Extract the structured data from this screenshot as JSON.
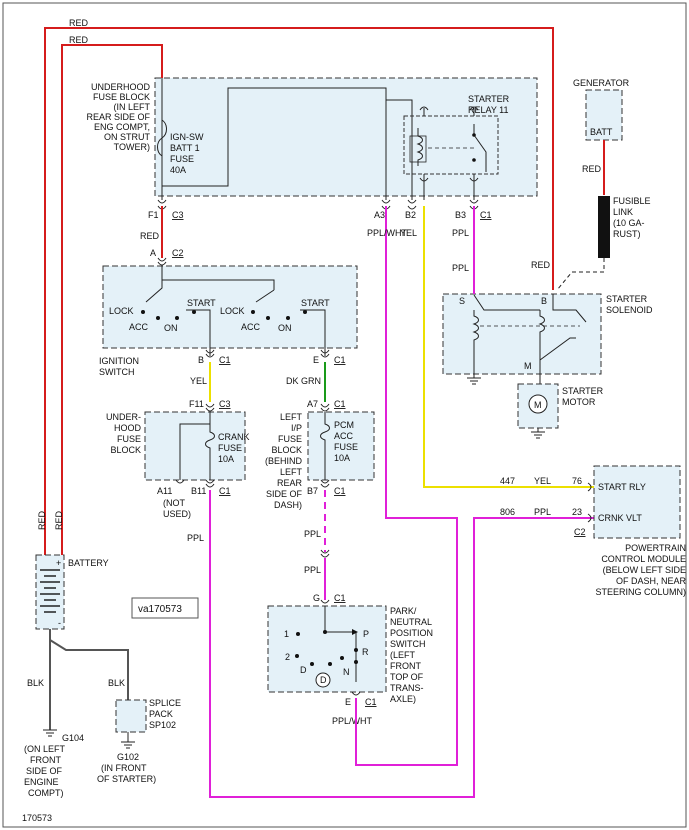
{
  "frame": {
    "label": "170573"
  },
  "vacode": "va170573",
  "wires": {
    "red1": "RED",
    "red2": "RED",
    "redvert1": "RED",
    "redvert2": "RED",
    "ppl": "PPL",
    "yel": "YEL",
    "dkgrn": "DK GRN",
    "pplwht": "PPL/WHT",
    "blk1": "BLK",
    "blk2": "BLK"
  },
  "underhood": {
    "label": [
      "UNDERHOOD",
      "FUSE BLOCK",
      "(IN LEFT",
      "REAR SIDE OF",
      "ENG COMPT,",
      "ON STRUT",
      "TOWER)"
    ],
    "fuse": [
      "IGN-SW",
      "BATT 1",
      "FUSE",
      "40A"
    ],
    "pins": {
      "f1": "F1",
      "c3": "C3",
      "a3": "A3",
      "b2": "B2",
      "b3": "B3",
      "c1": "C1"
    }
  },
  "starter_relay": {
    "label": [
      "STARTER",
      "RELAY 11"
    ]
  },
  "generator": {
    "label": "GENERATOR",
    "batt": "BATT"
  },
  "fusible_link": {
    "label": [
      "FUSIBLE",
      "LINK",
      "(10 GA-",
      "RUST)"
    ]
  },
  "starter_solenoid": {
    "label": [
      "STARTER",
      "SOLENOID"
    ],
    "s": "S",
    "b": "B",
    "m": "M"
  },
  "starter_motor": {
    "label": [
      "STARTER",
      "MOTOR"
    ],
    "symbol": "M"
  },
  "ignition": {
    "label": [
      "IGNITION",
      "SWITCH"
    ],
    "a": "A",
    "c2": "C2",
    "b": "B",
    "c1": "C1",
    "e": "E",
    "lock": "LOCK",
    "acc": "ACC",
    "on": "ON",
    "start": "START"
  },
  "uh_fuse2": {
    "label": [
      "UNDER-",
      "HOOD",
      "FUSE",
      "BLOCK"
    ],
    "fuse": [
      "CRANK",
      "FUSE",
      "10A"
    ],
    "f11": "F11",
    "c3": "C3",
    "a11": "A11",
    "b11": "B11",
    "c1": "C1",
    "notused": [
      "(NOT",
      "USED)"
    ]
  },
  "ip_fuse": {
    "label": [
      "LEFT",
      "I/P",
      "FUSE",
      "BLOCK",
      "(BEHIND",
      "LEFT",
      "REAR",
      "SIDE OF",
      "DASH)"
    ],
    "fuse": [
      "PCM",
      "ACC",
      "FUSE",
      "10A"
    ],
    "a7": "A7",
    "b7": "B7",
    "c1": "C1"
  },
  "pcm": {
    "start_rly": "START RLY",
    "crnk_vlt": "CRNK VLT",
    "pin76": "76",
    "pin23": "23",
    "c2": "C2",
    "w447": "447",
    "w806": "806",
    "label": [
      "POWERTRAIN",
      "CONTROL MODULE",
      "(BELOW LEFT SIDE",
      "OF DASH, NEAR",
      "STEERING COLUMN)"
    ]
  },
  "battery": {
    "label": "BATTERY",
    "plus": "+",
    "minus": "-"
  },
  "pnp": {
    "label": [
      "PARK/",
      "NEUTRAL",
      "POSITION",
      "SWITCH",
      "(LEFT",
      "FRONT",
      "TOP OF",
      "TRANS-",
      "AXLE)"
    ],
    "g": "G",
    "e": "E",
    "c1": "C1",
    "p": "P",
    "r": "R",
    "n": "N",
    "d": "D",
    "one": "1",
    "two": "2",
    "dcircle": "D"
  },
  "splice": {
    "label": [
      "SPLICE",
      "PACK",
      "SP102"
    ]
  },
  "g104": {
    "label": [
      "G104",
      "(ON LEFT",
      "FRONT",
      "SIDE OF",
      "ENGINE",
      "COMPT)"
    ]
  },
  "g102": {
    "label": [
      "G102",
      "(IN FRONT",
      "OF STARTER)"
    ]
  }
}
